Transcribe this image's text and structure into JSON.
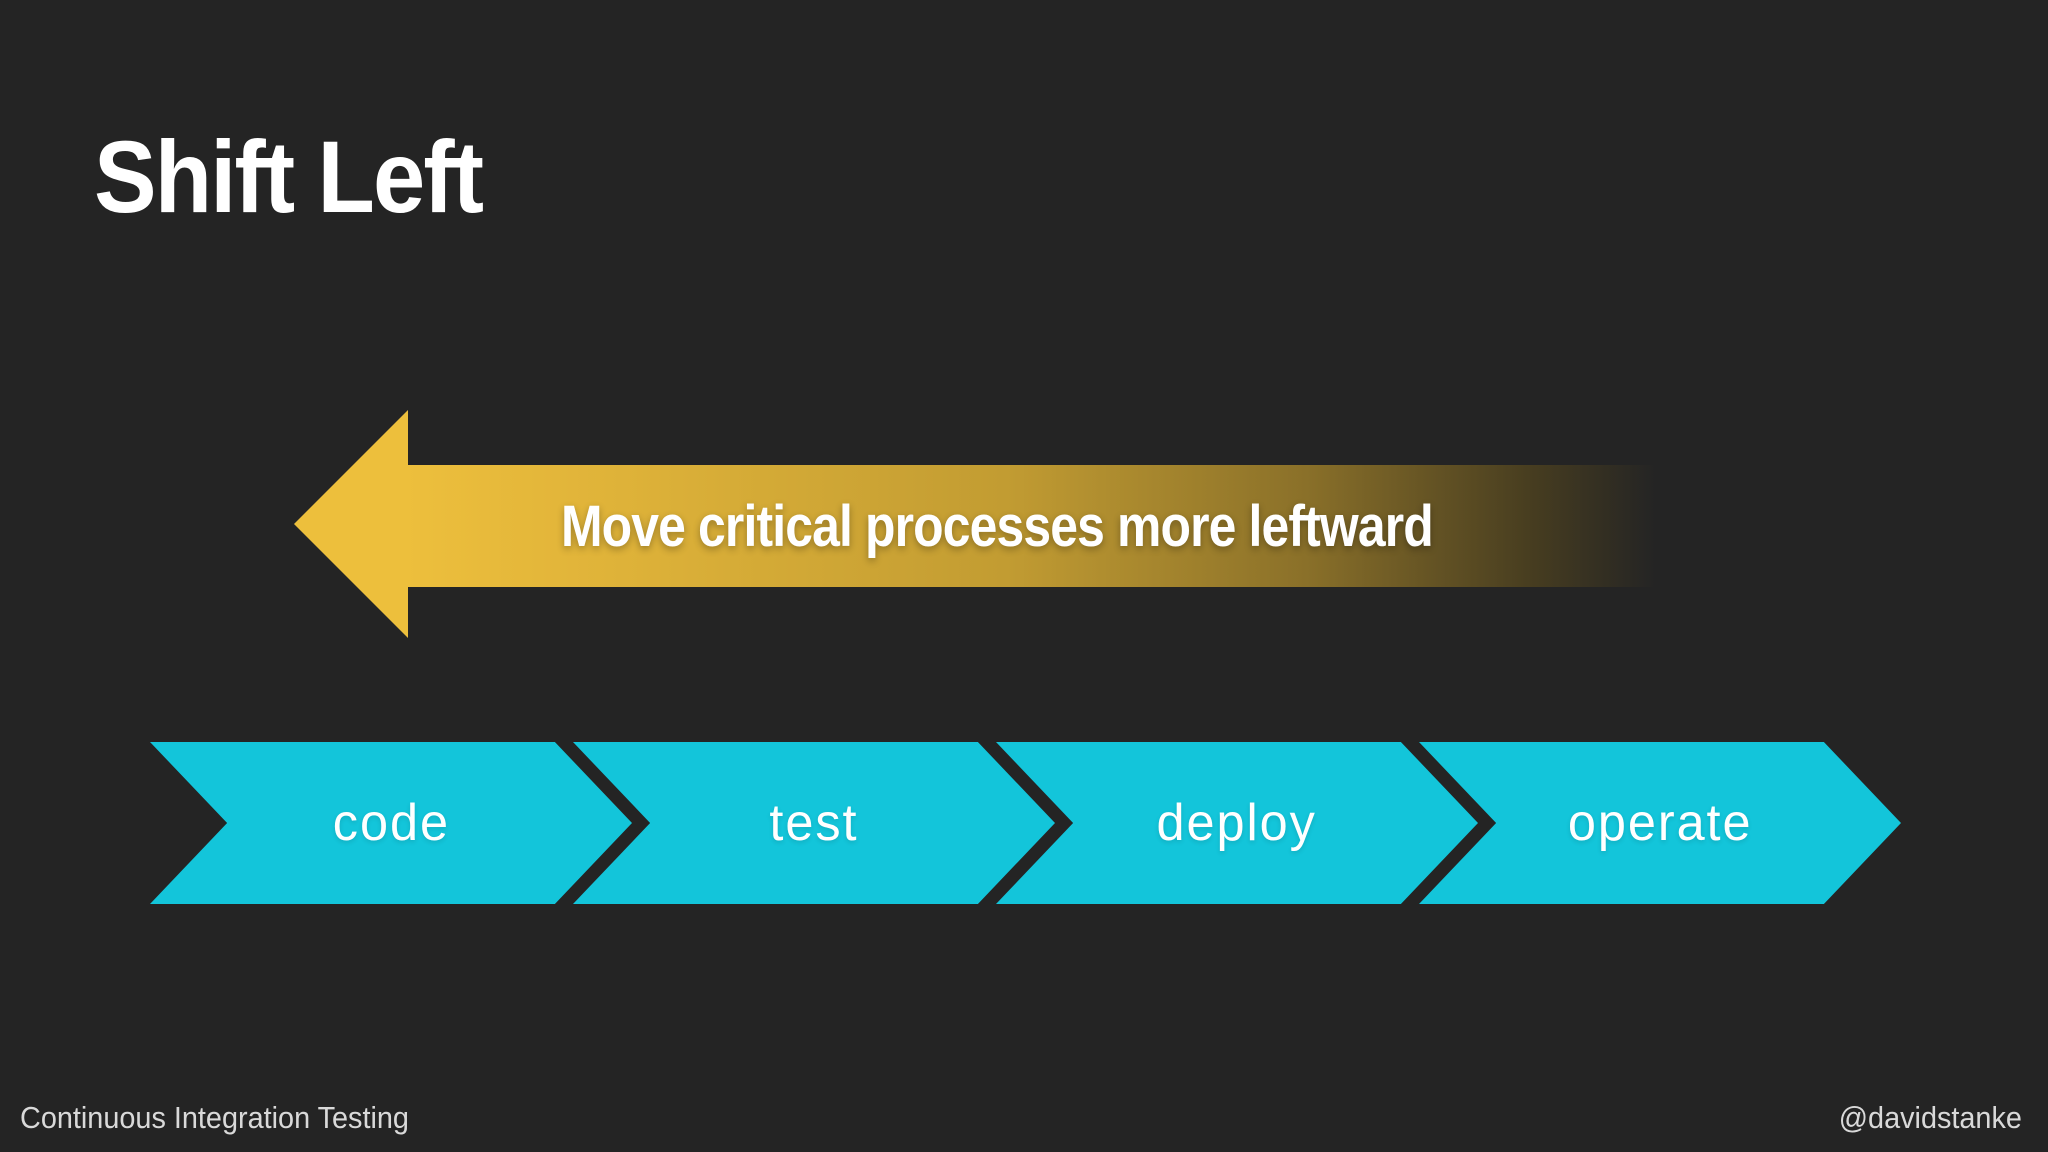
{
  "slide": {
    "title": "Shift Left"
  },
  "arrow": {
    "label": "Move critical processes more leftward",
    "direction": "left"
  },
  "pipeline": {
    "stages": [
      {
        "label": "code"
      },
      {
        "label": "test"
      },
      {
        "label": "deploy"
      },
      {
        "label": "operate"
      }
    ],
    "direction": "right"
  },
  "footer": {
    "left": "Continuous Integration Testing",
    "right": "@davidstanke"
  },
  "colors": {
    "background": "#242424",
    "gold": "#edbf3c",
    "cyan": "#13c5da",
    "white": "#ffffff",
    "text_light": "#d9d9d9"
  }
}
